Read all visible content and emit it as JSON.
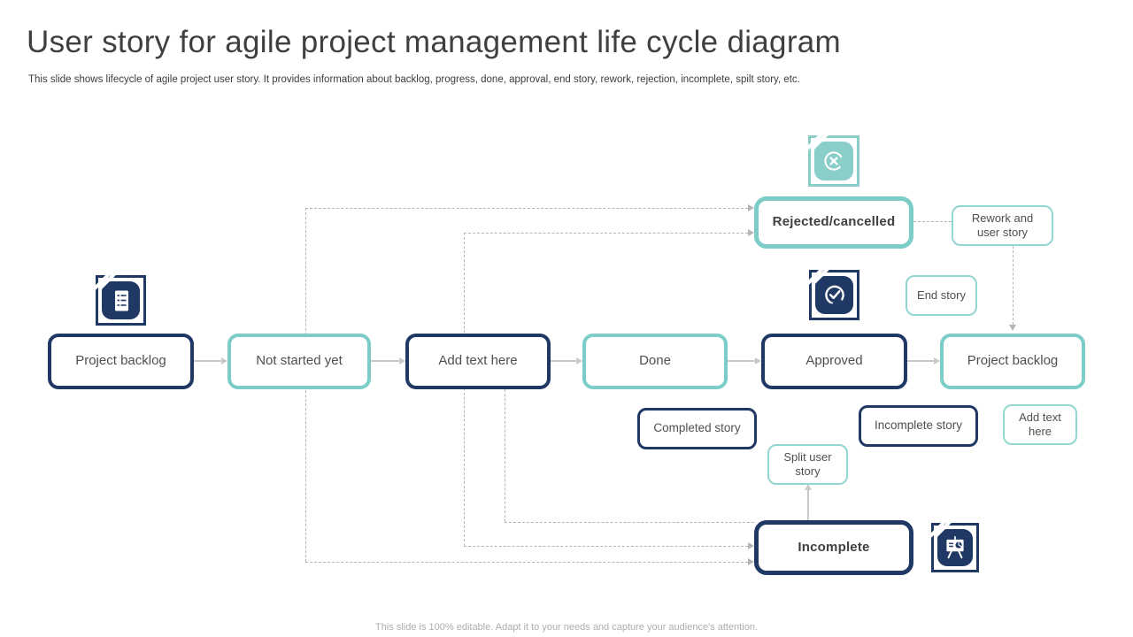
{
  "slide": {
    "title": "User story for agile project management life cycle diagram",
    "subtitle": "This slide shows lifecycle of agile project user story. It provides information about backlog, progress, done, approval, end story, rework, rejection, incomplete, spilt story, etc.",
    "footer": "This slide is 100% editable. Adapt it to your needs and capture your audience's attention."
  },
  "colors": {
    "navy": "#1f3864",
    "teal": "#7ccdc8",
    "teal_thin": "#93d6d1",
    "teal_icon": "#8aceca",
    "conn": "#b5b5b5",
    "conn_solid": "#c9c9c9"
  },
  "nodes": {
    "rejected_cancelled": "Rejected/cancelled",
    "rework_user_story": "Rework and user story",
    "end_story": "End story",
    "project_backlog_start": "Project backlog",
    "not_started_yet": "Not started yet",
    "add_text_here_main": "Add text here",
    "done": "Done",
    "approved": "Approved",
    "project_backlog_end": "Project backlog",
    "completed_story": "Completed story",
    "incomplete_story": "Incomplete story",
    "add_text_here_small": "Add text here",
    "split_user_story": "Split user story",
    "incomplete": "Incomplete"
  },
  "icons": {
    "document": "document-checklist-icon",
    "approved": "check-circle-icon",
    "cancelled": "cancel-circle-icon",
    "presentation": "presentation-chart-icon"
  }
}
